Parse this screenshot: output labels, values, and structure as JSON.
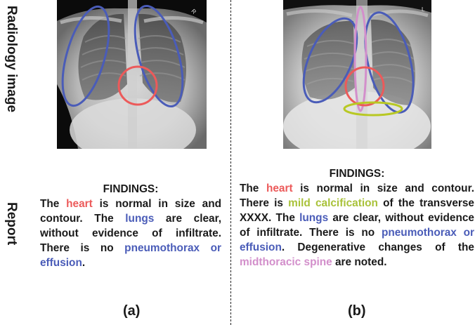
{
  "row_labels": {
    "image": "Radiology image",
    "report": "Report"
  },
  "colors": {
    "heart": "#ec5a5a",
    "lungs": "#4a5cb8",
    "calcification": "#a9c23a",
    "spine": "#d38fcb",
    "text": "#1a1a1a"
  },
  "panel_a": {
    "caption": "(a)",
    "image_alt": "Chest X-ray with annotated lungs (blue) and heart (red)",
    "report": {
      "title": "FINDINGS:",
      "segments": [
        {
          "text": "The ",
          "tag": ""
        },
        {
          "text": "heart",
          "tag": "heart"
        },
        {
          "text": " is normal in size and contour. The ",
          "tag": ""
        },
        {
          "text": "lungs",
          "tag": "lungs"
        },
        {
          "text": " are clear, without evidence of infiltrate. There is no ",
          "tag": ""
        },
        {
          "text": "pneumothorax or effusion",
          "tag": "lungs"
        },
        {
          "text": ".",
          "tag": ""
        }
      ]
    }
  },
  "panel_b": {
    "caption": "(b)",
    "image_alt": "Chest X-ray with annotated lungs (blue), heart (red), transverse calcification (yellow) and midthoracic spine (pink)",
    "report": {
      "title": "FINDINGS:",
      "segments": [
        {
          "text": "The ",
          "tag": ""
        },
        {
          "text": "heart",
          "tag": "heart"
        },
        {
          "text": " is normal in size and contour. There is ",
          "tag": ""
        },
        {
          "text": "mild calcification",
          "tag": "calcification"
        },
        {
          "text": " of the transverse XXXX. The ",
          "tag": ""
        },
        {
          "text": "lungs",
          "tag": "lungs"
        },
        {
          "text": " are clear, without evidence of infiltrate. There is no ",
          "tag": ""
        },
        {
          "text": "pneumothorax or effusion",
          "tag": "lungs"
        },
        {
          "text": ". Degenerative changes of the ",
          "tag": ""
        },
        {
          "text": "midthoracic spine",
          "tag": "spine"
        },
        {
          "text": " are noted.",
          "tag": ""
        }
      ]
    }
  }
}
